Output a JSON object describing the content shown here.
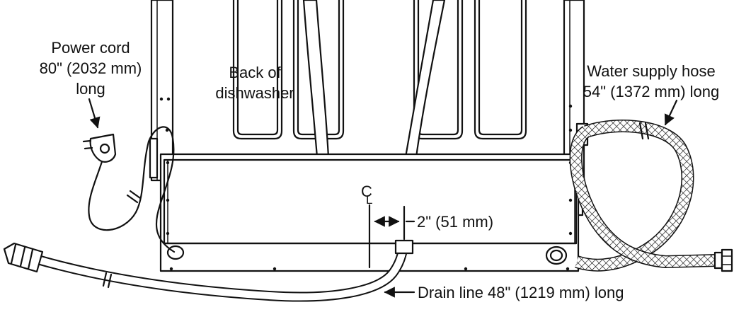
{
  "labels": {
    "power_cord_line1": "Power cord",
    "power_cord_line2": "80\" (2032 mm)",
    "power_cord_line3": "long",
    "back_line1": "Back of",
    "back_line2": "dishwasher",
    "water_line1": "Water supply hose",
    "water_line2": "54\" (1372 mm) long",
    "centerline_symbol": "C",
    "centerline_sub": "L",
    "offset": "2\" (51 mm)",
    "drain": "Drain line 48\" (1219 mm) long"
  },
  "icons": {
    "plug": "power-plug-icon",
    "arrow": "leader-arrow-icon"
  }
}
